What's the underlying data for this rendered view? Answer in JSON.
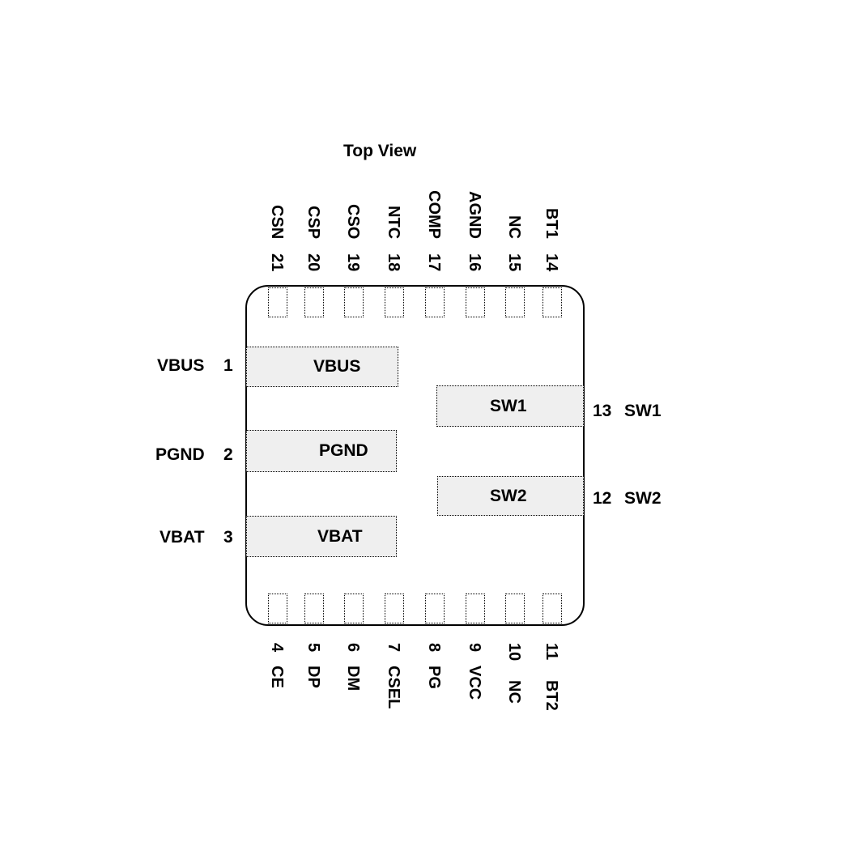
{
  "title": "Top View",
  "top_pins": [
    {
      "num": "21",
      "name": "CSN"
    },
    {
      "num": "20",
      "name": "CSP"
    },
    {
      "num": "19",
      "name": "CSO"
    },
    {
      "num": "18",
      "name": "NTC"
    },
    {
      "num": "17",
      "name": "COMP"
    },
    {
      "num": "16",
      "name": "AGND"
    },
    {
      "num": "15",
      "name": "NC"
    },
    {
      "num": "14",
      "name": "BT1"
    }
  ],
  "bottom_pins": [
    {
      "num": "4",
      "name": "CE"
    },
    {
      "num": "5",
      "name": "DP"
    },
    {
      "num": "6",
      "name": "DM"
    },
    {
      "num": "7",
      "name": "CSEL"
    },
    {
      "num": "8",
      "name": "PG"
    },
    {
      "num": "9",
      "name": "VCC"
    },
    {
      "num": "10",
      "name": "NC"
    },
    {
      "num": "11",
      "name": "BT2"
    }
  ],
  "left_pins": [
    {
      "num": "1",
      "name": "VBUS",
      "pad": "VBUS"
    },
    {
      "num": "2",
      "name": "PGND",
      "pad": "PGND"
    },
    {
      "num": "3",
      "name": "VBAT",
      "pad": "VBAT"
    }
  ],
  "right_pins": [
    {
      "num": "13",
      "name": "SW1",
      "pad": "SW1"
    },
    {
      "num": "12",
      "name": "SW2",
      "pad": "SW2"
    }
  ]
}
